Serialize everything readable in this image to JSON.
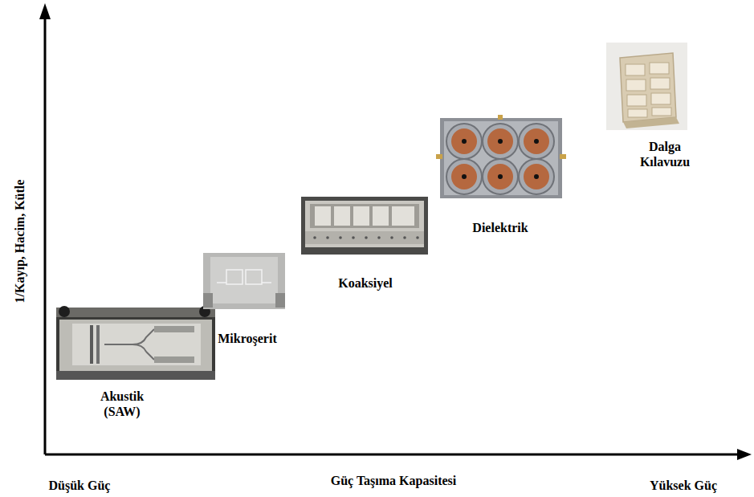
{
  "diagram": {
    "labels": [
      "1/Kayıp, Hacim, Kütle",
      "Akustik (SAW)",
      "Mikroşerit",
      "Koaksiyel",
      "Dielektrik",
      "Dalga Kılavuzu",
      "Düşük Güç",
      "Güç Taşıma Kapasitesi",
      "Yüksek Güç"
    ]
  }
}
